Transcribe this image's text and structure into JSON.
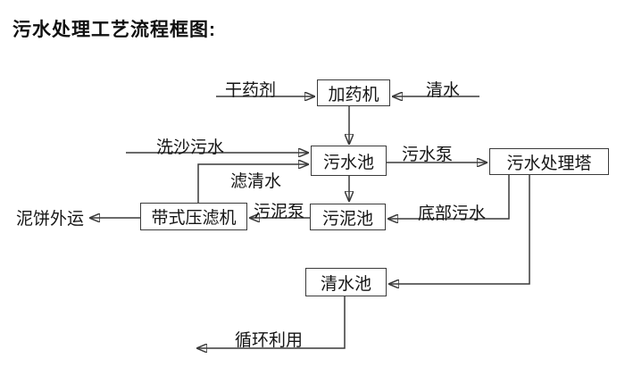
{
  "page": {
    "background_color": "#ffffff",
    "line_color": "#3a3a3a",
    "text_color": "#151515"
  },
  "title": "污水处理工艺流程框图:",
  "diagram": {
    "type": "flowchart",
    "nodes": {
      "dosing_machine": "加药机",
      "sewage_pool": "污水池",
      "treatment_tower": "污水处理塔",
      "sludge_pool": "污泥池",
      "belt_filter_press": "带式压滤机",
      "clean_water_pool": "清水池"
    },
    "edge_labels": {
      "dry_agent": "干药剂",
      "clean_water": "清水",
      "sand_washing_sewage": "洗沙污水",
      "sewage_pump": "污水泵",
      "filtered_water": "滤清水",
      "sludge_pump": "污泥泵",
      "bottom_sewage": "底部污水",
      "mud_cake_out": "泥饼外运",
      "recycle_use": "循环利用"
    },
    "flows": [
      "干药剂 → 加药机",
      "清水 → 加药机",
      "加药机 → 污水池",
      "洗沙污水 → 污水池",
      "带式压滤机 →(滤清水) 污水池",
      "污水池 →(污水泵) 污水处理塔",
      "污水池 → 污泥池",
      "污水处理塔 →(底部污水) 污泥池",
      "污水处理塔 → 清水池",
      "污泥池 →(污泥泵) 带式压滤机",
      "带式压滤机 → 泥饼外运",
      "清水池 → 循环利用"
    ]
  }
}
